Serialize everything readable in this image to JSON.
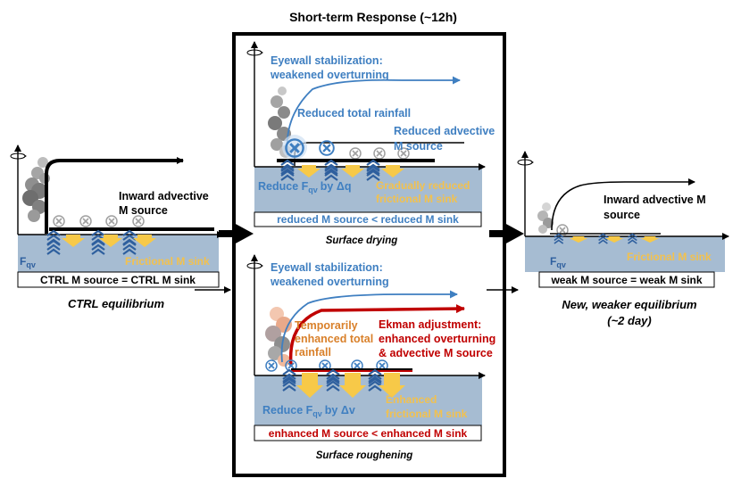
{
  "title": "Short-term Response (~12h)",
  "colors": {
    "blue_text": "#3f7fc1",
    "yellow_text": "#f2c14e",
    "red_text": "#c00000",
    "orange_text": "#d9802a",
    "ocean": "#a6bcd2",
    "arrow_yellow": "#f7c948",
    "chevron": "#2e5f9e",
    "cloud": "#8a8a8a",
    "red_arrow": "#c00000",
    "blue_arrow": "#3f7fc1"
  },
  "ctrl": {
    "inward": "Inward advective",
    "msource": "M source",
    "fqv": "F",
    "fqv_sub": "qv",
    "sink": "Frictional M sink",
    "balance": "CTRL M source = CTRL M sink",
    "caption": "CTRL equilibrium"
  },
  "drying": {
    "eyewall1": "Eyewall stabilization:",
    "eyewall2": "weakened overturning",
    "rain": "Reduced total rainfall",
    "adv1": "Reduced advective",
    "adv2": "M source",
    "reduce": "Reduce F",
    "reduce_sub": "qv",
    "reduce_by": "by Δq",
    "sink1": "Gradually reduced",
    "sink2": "frictional M sink",
    "balance": "reduced M source < reduced M sink",
    "caption": "Surface drying"
  },
  "rough": {
    "eyewall1": "Eyewall stabilization:",
    "eyewall2": "weakened overturning",
    "rain1": "Temporarily",
    "rain2": "enhanced total",
    "rain3": "rainfall",
    "ekman1": "Ekman adjustment:",
    "ekman2": "enhanced overturning",
    "ekman3": "& advective M source",
    "reduce": "Reduce F",
    "reduce_sub": "qv",
    "reduce_by": "by Δv",
    "sink1": "Enhanced",
    "sink2": "frictional M sink",
    "balance": "enhanced M source < enhanced M sink",
    "caption": "Surface roughening"
  },
  "weak": {
    "inward1": "Inward advective M",
    "inward2": "source",
    "fqv": "F",
    "fqv_sub": "qv",
    "sink": "Frictional M sink",
    "balance": "weak M source = weak M sink",
    "caption1": "New, weaker equilibrium",
    "caption2": "(~2 day)"
  }
}
